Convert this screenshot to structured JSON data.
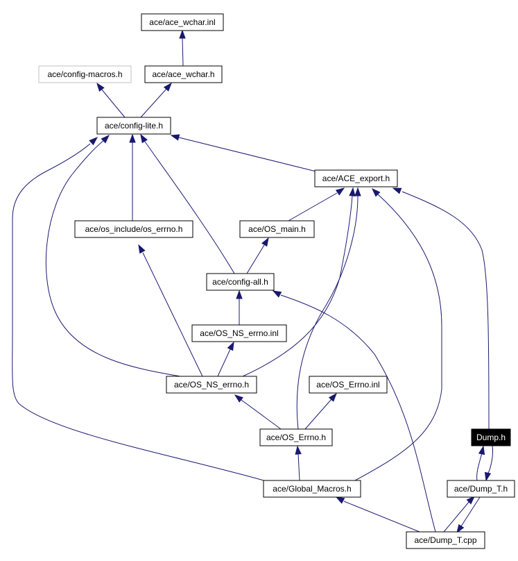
{
  "nodes": {
    "ace_wchar_inl": "ace/ace_wchar.inl",
    "config_macros": "ace/config-macros.h",
    "ace_wchar_h": "ace/ace_wchar.h",
    "config_lite": "ace/config-lite.h",
    "ace_export": "ace/ACE_export.h",
    "os_include_errno": "ace/os_include/os_errno.h",
    "os_main": "ace/OS_main.h",
    "config_all": "ace/config-all.h",
    "os_ns_errno_inl": "ace/OS_NS_errno.inl",
    "os_ns_errno_h": "ace/OS_NS_errno.h",
    "os_errno_inl": "ace/OS_Errno.inl",
    "os_errno_h": "ace/OS_Errno.h",
    "dump_h": "Dump.h",
    "global_macros": "ace/Global_Macros.h",
    "dump_t_h": "ace/Dump_T.h",
    "dump_t_cpp": "ace/Dump_T.cpp"
  },
  "colors": {
    "edge": "#191970",
    "node_border": "#000000",
    "faded_border": "#bfbfbf",
    "current_fill": "#000000",
    "current_text": "#ffffff"
  }
}
